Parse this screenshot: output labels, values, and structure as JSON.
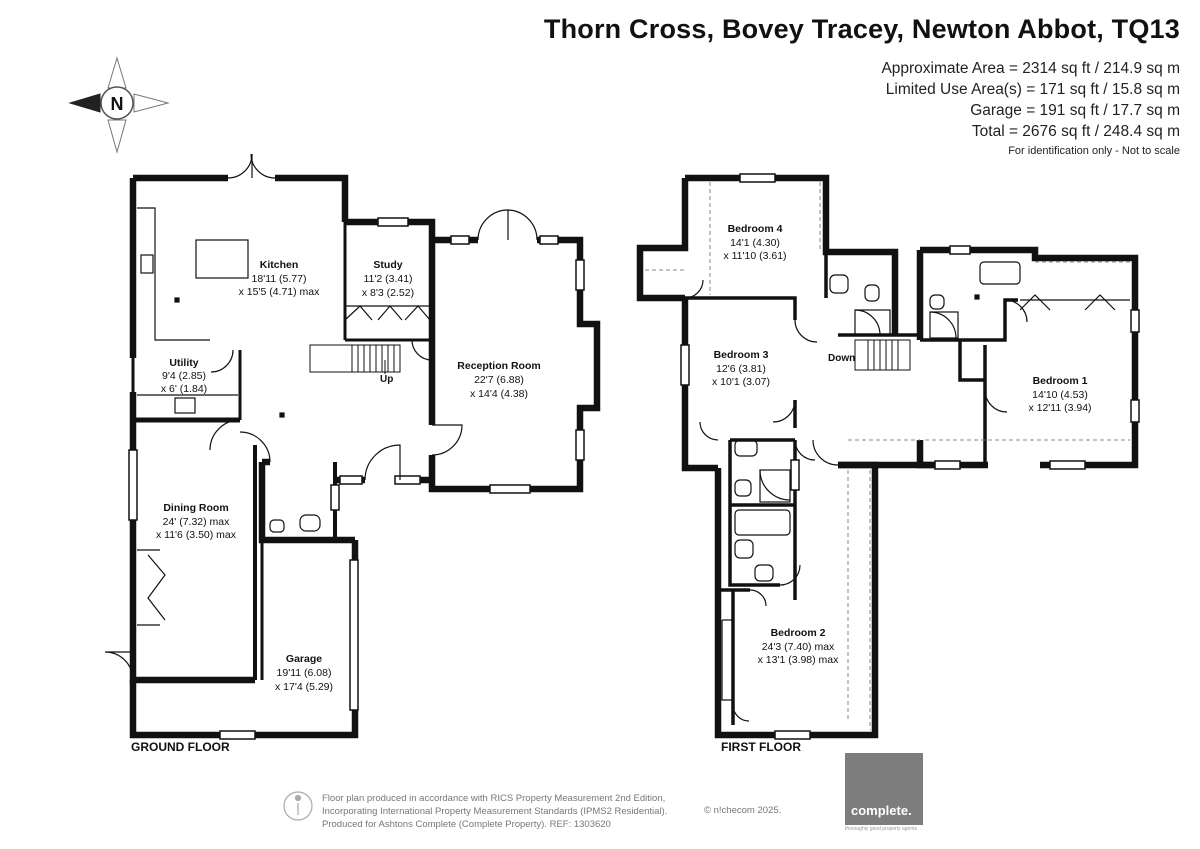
{
  "header": {
    "title": "Thorn Cross, Bovey Tracey, Newton Abbot, TQ13",
    "areas": [
      "Approximate Area = 2314 sq ft / 214.9 sq m",
      "Limited Use Area(s) = 171 sq ft / 15.8 sq m",
      "Garage = 191 sq ft / 17.7 sq m",
      "Total = 2676 sq ft / 248.4 sq m"
    ],
    "note": "For identification only - Not to scale"
  },
  "compass": {
    "letter": "N"
  },
  "ground_floor": {
    "label": "GROUND FLOOR",
    "rooms": {
      "kitchen": {
        "name": "Kitchen",
        "dim1": "18'11 (5.77)",
        "dim2": "x 15'5 (4.71) max"
      },
      "study": {
        "name": "Study",
        "dim1": "11'2 (3.41)",
        "dim2": "x 8'3 (2.52)"
      },
      "utility": {
        "name": "Utility",
        "dim1": "9'4 (2.85)",
        "dim2": "x 6' (1.84)"
      },
      "reception": {
        "name": "Reception Room",
        "dim1": "22'7 (6.88)",
        "dim2": "x 14'4 (4.38)"
      },
      "dining": {
        "name": "Dining Room",
        "dim1": "24' (7.32) max",
        "dim2": "x 11'6 (3.50) max"
      },
      "garage": {
        "name": "Garage",
        "dim1": "19'11 (6.08)",
        "dim2": "x 17'4 (5.29)"
      }
    },
    "stairs_label": "Up"
  },
  "first_floor": {
    "label": "FIRST FLOOR",
    "rooms": {
      "bedroom4": {
        "name": "Bedroom 4",
        "dim1": "14'1 (4.30)",
        "dim2": "x 11'10 (3.61)"
      },
      "bedroom3": {
        "name": "Bedroom 3",
        "dim1": "12'6 (3.81)",
        "dim2": "x 10'1 (3.07)"
      },
      "bedroom1": {
        "name": "Bedroom 1",
        "dim1": "14'10 (4.53)",
        "dim2": "x 12'11 (3.94)"
      },
      "bedroom2": {
        "name": "Bedroom 2",
        "dim1": "24'3 (7.40) max",
        "dim2": "x 13'1 (3.98) max"
      }
    },
    "stairs_label": "Down"
  },
  "footer": {
    "lines": [
      "Floor plan produced in accordance with RICS Property Measurement 2nd Edition,",
      "Incorporating International Property Measurement Standards (IPMS2 Residential).",
      "Produced for Ashtons Complete (Complete Property).   REF: 1303620"
    ],
    "copyright": "© n!checom 2025.",
    "logo": "complete.",
    "logo_tagline": "thoroughly good property agents"
  }
}
